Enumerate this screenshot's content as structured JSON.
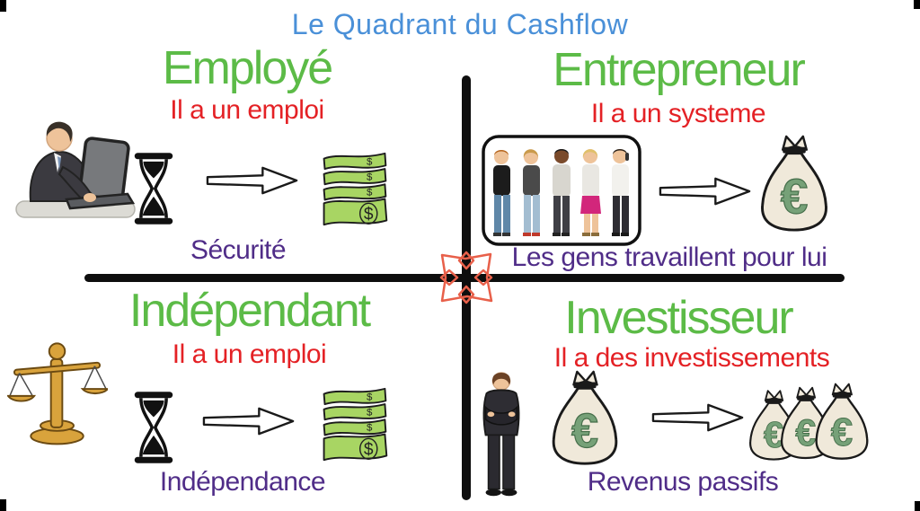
{
  "title": "Le Quadrant du Cashflow",
  "colors": {
    "title_blue": "#4a90d8",
    "heading_green": "#5cbb47",
    "subtitle_red": "#e42125",
    "caption_purple": "#502d88",
    "line_black": "#0e0e0e",
    "crosshair_orange": "#e8604a",
    "bill_green": "#a8d563",
    "bag_cream": "#f0e9da",
    "euro_green": "#76a178",
    "scale_gold": "#d9a33c"
  },
  "axes": {
    "center_marker": "move-crosshair-icon"
  },
  "quadrants": {
    "employe": {
      "heading": "Employé",
      "subheading": "Il a un emploi",
      "caption": "Sécurité",
      "icons": [
        "man-at-laptop",
        "hourglass",
        "arrow-right",
        "dollar-bills"
      ]
    },
    "entrepreneur": {
      "heading": "Entrepreneur",
      "subheading": "Il a un systeme",
      "caption": "Les gens travaillent pour lui",
      "icons": [
        "team-photo",
        "arrow-right",
        "euro-money-bag"
      ]
    },
    "independant": {
      "heading": "Indépendant",
      "subheading": "Il a un emploi",
      "caption": "Indépendance",
      "icons": [
        "balance-scale",
        "hourglass",
        "arrow-right",
        "dollar-bills"
      ]
    },
    "investisseur": {
      "heading": "Investisseur",
      "subheading": "Il a des investissements",
      "caption": "Revenus passifs",
      "icons": [
        "man-arms-crossed",
        "euro-money-bag",
        "arrow-right",
        "three-euro-money-bags"
      ]
    }
  },
  "symbols": {
    "dollar": "$",
    "euro": "€"
  }
}
